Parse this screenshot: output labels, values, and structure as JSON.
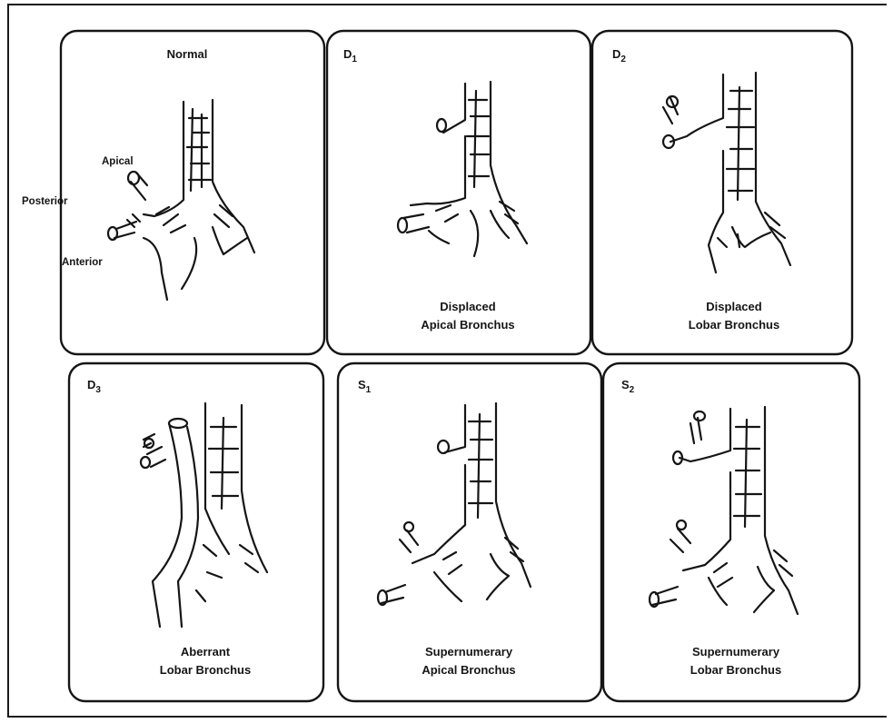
{
  "figure": {
    "panels": [
      {
        "id": "normal",
        "title": "Normal",
        "caption_lines": []
      },
      {
        "id": "d1",
        "title": "D",
        "title_sub": "1",
        "caption_lines": [
          "Displaced",
          "Apical Bronchus"
        ]
      },
      {
        "id": "d2",
        "title": "D",
        "title_sub": "2",
        "caption_lines": [
          "Displaced",
          "Lobar Bronchus"
        ]
      },
      {
        "id": "d3",
        "title": "D",
        "title_sub": "3",
        "caption_lines": [
          "Aberrant",
          "Lobar Bronchus"
        ]
      },
      {
        "id": "s1",
        "title": "S",
        "title_sub": "1",
        "caption_lines": [
          "Supernumerary",
          "Apical Bronchus"
        ]
      },
      {
        "id": "s2",
        "title": "S",
        "title_sub": "2",
        "caption_lines": [
          "Supernumerary",
          "Lobar Bronchus"
        ]
      }
    ],
    "segment_labels": {
      "apical": "Apical",
      "posterior": "Posterior",
      "anterior": "Anterior"
    }
  },
  "colors": {
    "ink": "#151515",
    "background": "#ffffff"
  }
}
